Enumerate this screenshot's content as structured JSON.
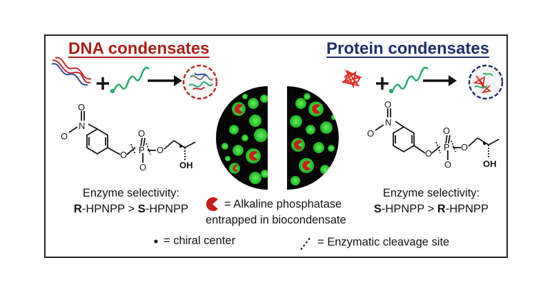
{
  "titles": {
    "dna": "DNA condensates",
    "protein": "Protein condensates"
  },
  "left": {
    "selectivity_label": "Enzyme selectivity:",
    "sel_a_bold": "R",
    "sel_a_rest": "-HPNPP > ",
    "sel_b_bold": "S",
    "sel_b_rest": "-HPNPP",
    "legend_chiral": "= chiral center"
  },
  "right": {
    "selectivity_label": "Enzyme selectivity:",
    "sel_a_bold": "S",
    "sel_a_rest": "-HPNPP > ",
    "sel_b_bold": "R",
    "sel_b_rest": "-HPNPP",
    "legend_cleavage": "= Enzymatic cleavage site"
  },
  "center": {
    "legend_line1": "= Alkaline phosphatase",
    "legend_line2": "entrapped in biocondensate"
  },
  "molecule": {
    "nitro": "N",
    "nitro_o_top": "O",
    "nitro_o_left": "O",
    "p": "P",
    "o": "O",
    "oh": "OH"
  },
  "colors": {
    "dna_title": "#a8201a",
    "protein_title": "#1f2f6b",
    "droplet_green": "#39d63a",
    "enzyme_red": "#c0221c",
    "dna_strand": "#c02a2a",
    "dna_strand2": "#2b4ea8",
    "peptide": "#2aa86a"
  }
}
